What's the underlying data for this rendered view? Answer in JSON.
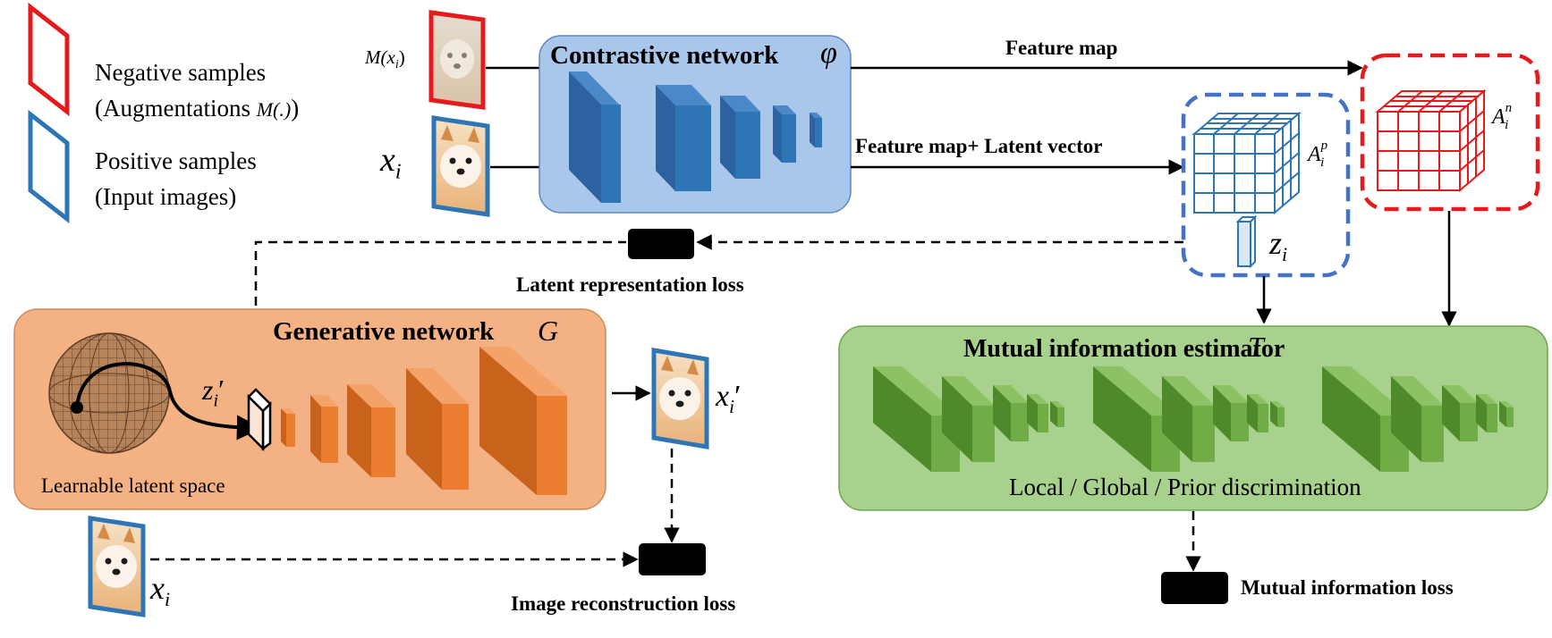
{
  "legend": {
    "negative_title": "Negative samples",
    "negative_sub_prefix": "(Augmentations ",
    "negative_sub_math": "M(.)",
    "negative_sub_suffix": ")",
    "positive_title": "Positive samples",
    "positive_sub": "(Input images)"
  },
  "inputs": {
    "augmented_label": "M(x",
    "augmented_sub": "i",
    "augmented_close": ")",
    "input_label": "x",
    "input_sub": "i"
  },
  "contrastive": {
    "title": "Contrastive network",
    "symbol": "φ",
    "arrow_top_label": "Feature map",
    "arrow_bottom_label": "Feature map+ Latent vector"
  },
  "positive_box": {
    "label": "A",
    "sup": "p",
    "sub": "i",
    "latent": "z",
    "latent_sub": "i"
  },
  "negative_box": {
    "label": "A",
    "sup": "n",
    "sub": "i"
  },
  "losses": {
    "latent": "Latent representation loss",
    "reconstruction": "Image reconstruction loss",
    "mutual": "Mutual information loss"
  },
  "generative": {
    "title": "Generative network",
    "symbol": "G",
    "latent_space": "Learnable latent space",
    "z_label": "z",
    "z_sub": "i",
    "z_prime": "′",
    "output_label": "x",
    "output_sub": "i",
    "output_prime": "′",
    "input_label": "x",
    "input_sub": "i"
  },
  "mutual": {
    "title": "Mutual information estimator",
    "symbol": "T",
    "subtitle": "Local / Global / Prior  discrimination"
  },
  "colors": {
    "contrastive_bg": "#a9c7ea",
    "generative_bg": "#f4b183",
    "mutual_bg": "#a9d18e",
    "negative_red": "#e41a1c",
    "positive_blue": "#2e75b6",
    "dashed_blue": "#4472c4",
    "dashed_red": "#e41a1c"
  }
}
